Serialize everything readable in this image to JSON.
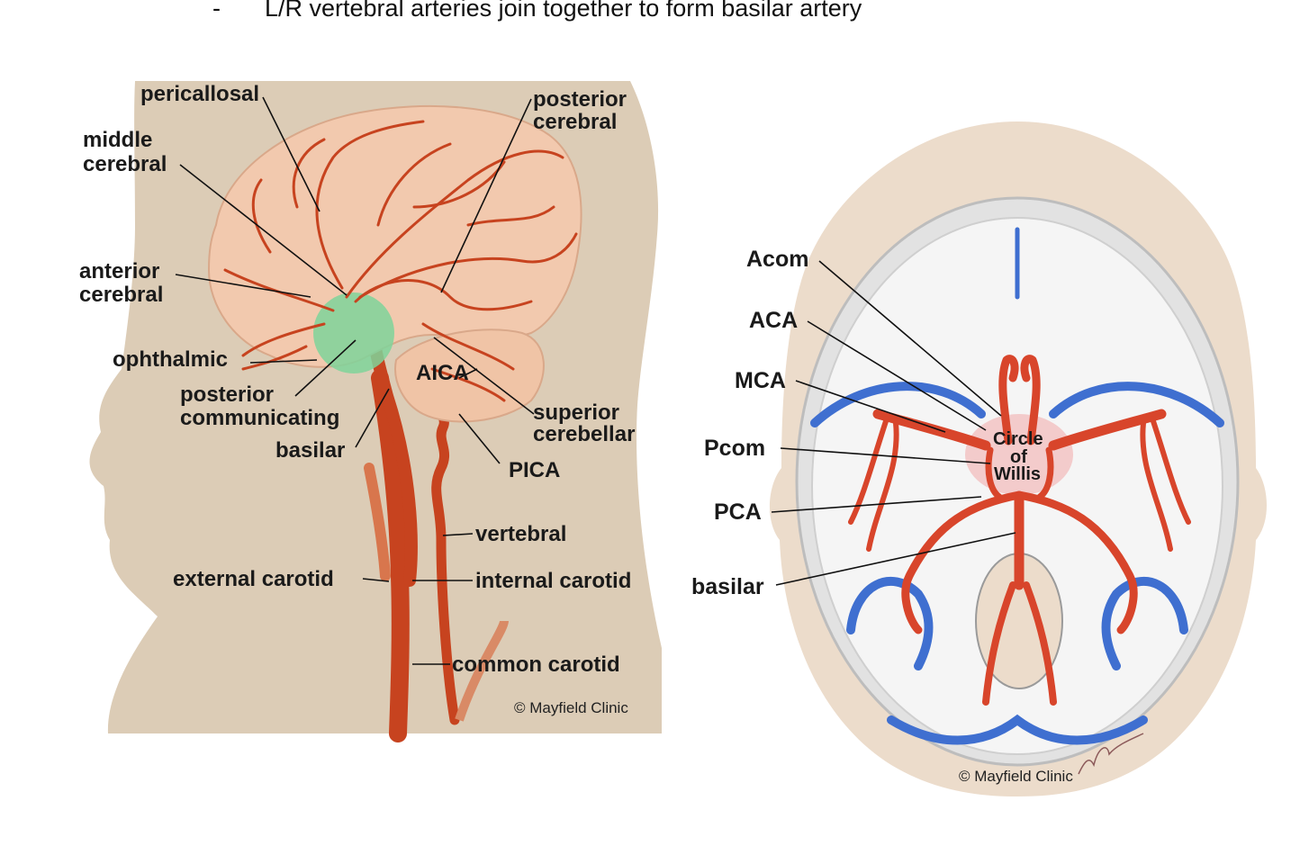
{
  "header": {
    "bullet": "-",
    "text": "L/R vertebral arteries join together to form basilar artery"
  },
  "left_figure": {
    "labels": {
      "pericallosal": "pericallosal",
      "middle_cerebral_1": "middle",
      "middle_cerebral_2": "cerebral",
      "posterior_cerebral_1": "posterior",
      "posterior_cerebral_2": "cerebral",
      "anterior_cerebral_1": "anterior",
      "anterior_cerebral_2": "cerebral",
      "ophthalmic": "ophthalmic",
      "posterior_communicating_1": "posterior",
      "posterior_communicating_2": "communicating",
      "aica": "AICA",
      "superior_cerebellar_1": "superior",
      "superior_cerebellar_2": "cerebellar",
      "basilar": "basilar",
      "pica": "PICA",
      "vertebral": "vertebral",
      "external_carotid": "external carotid",
      "internal_carotid": "internal carotid",
      "common_carotid": "common carotid"
    },
    "copyright": "© Mayfield Clinic"
  },
  "right_figure": {
    "labels": {
      "acom": "Acom",
      "aca": "ACA",
      "mca": "MCA",
      "pcom": "Pcom",
      "pca": "PCA",
      "basilar": "basilar",
      "circle_1": "Circle",
      "circle_2": "of",
      "circle_3": "Willis"
    },
    "copyright": "© Mayfield Clinic"
  },
  "colors": {
    "artery": "#c7431f",
    "vein": "#3f6fd0",
    "brain": "#f2c9ae",
    "head_silhouette": "#dcccb6",
    "circle_of_willis_highlight": "#7fd39a"
  }
}
